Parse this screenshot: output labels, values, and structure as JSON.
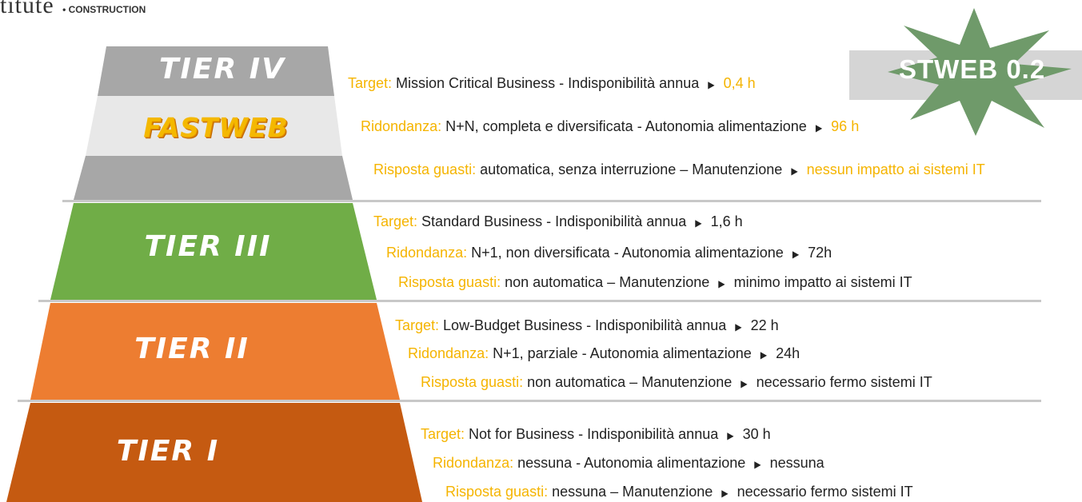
{
  "brand": {
    "partial_word": "titute",
    "subtitle": "• CONSTRUCTION"
  },
  "banner": {
    "text": "STWEB 0.2"
  },
  "logo": {
    "text": "FASTWEB",
    "color": "#f4b800"
  },
  "colors": {
    "tier4": "#a7a7a7",
    "tier4_band": "#e8e8e8",
    "tier3": "#70ad47",
    "tier2": "#ed7d31",
    "tier1": "#c55a11",
    "accent": "#f5b400",
    "starburst": "#6f9a6a"
  },
  "tiers": [
    {
      "label": "TIER IV",
      "lines": [
        {
          "key": "Target:",
          "text": "Mission Critical Business - Indisponibilità annua",
          "value": "0,4 h"
        },
        {
          "key": "Ridondanza:",
          "text": "N+N, completa e diversificata - Autonomia alimentazione",
          "value": "96 h"
        },
        {
          "key": "Risposta guasti:",
          "text": "automatica, senza interruzione – Manutenzione",
          "value": "nessun impatto ai sistemi IT"
        }
      ]
    },
    {
      "label": "TIER III",
      "lines": [
        {
          "key": "Target:",
          "text": "Standard Business - Indisponibilità annua",
          "value": "1,6 h"
        },
        {
          "key": "Ridondanza:",
          "text": "N+1, non diversificata - Autonomia alimentazione",
          "value": "72h"
        },
        {
          "key": "Risposta guasti:",
          "text": "non automatica – Manutenzione",
          "value": "minimo impatto ai sistemi IT"
        }
      ]
    },
    {
      "label": "TIER II",
      "lines": [
        {
          "key": "Target:",
          "text": "Low-Budget Business - Indisponibilità annua",
          "value": "22 h"
        },
        {
          "key": "Ridondanza:",
          "text": "N+1, parziale - Autonomia alimentazione",
          "value": "24h"
        },
        {
          "key": "Risposta guasti:",
          "text": "non automatica – Manutenzione",
          "value": "necessario fermo sistemi IT"
        }
      ]
    },
    {
      "label": "TIER I",
      "lines": [
        {
          "key": "Target:",
          "text": "Not for Business - Indisponibilità annua",
          "value": "30 h"
        },
        {
          "key": "Ridondanza:",
          "text": "nessuna - Autonomia alimentazione",
          "value": "nessuna"
        },
        {
          "key": "Risposta guasti:",
          "text": "nessuna – Manutenzione",
          "value": "necessario fermo sistemi IT"
        }
      ]
    }
  ]
}
